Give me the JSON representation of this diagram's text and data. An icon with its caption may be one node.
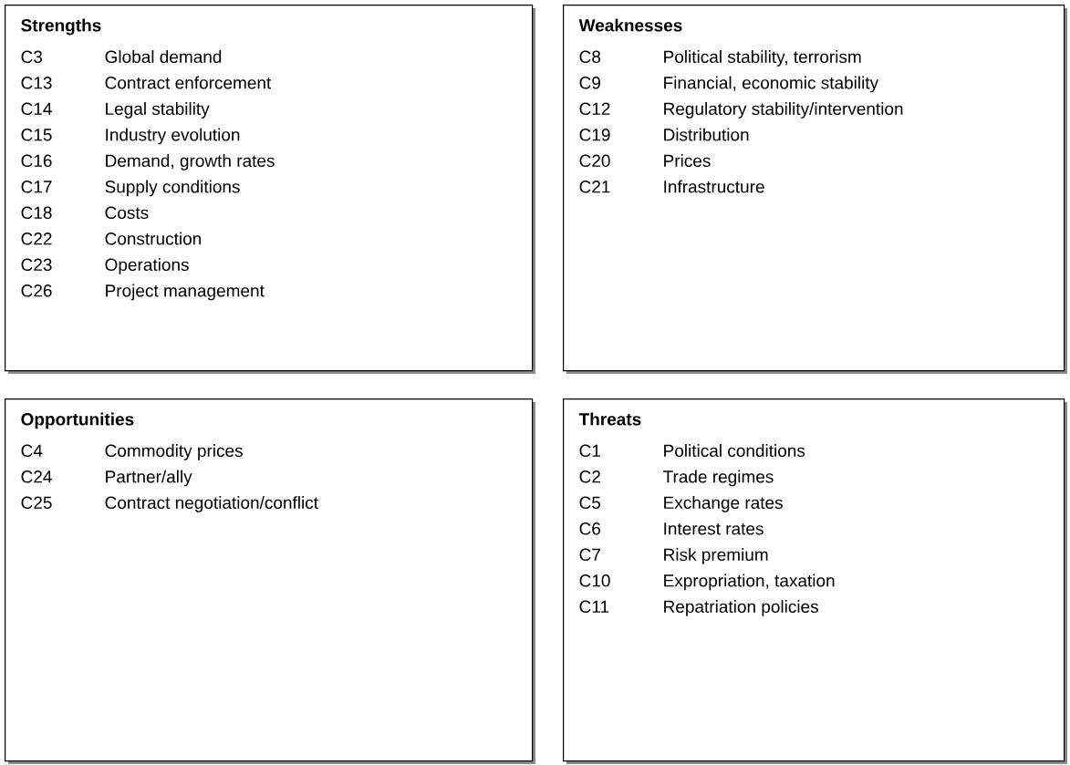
{
  "diagram": {
    "nodes": [
      {
        "text": [
          "Strengths",
          "C3",
          "Global demand",
          "C13",
          "Contract enforcement",
          "C14",
          "Legal stability",
          "C15",
          "Industry evolution",
          "C16",
          "Demand, growth rates",
          "C17",
          "Supply conditions",
          "C18",
          "Costs",
          "C22",
          "Construction",
          "C23",
          "Operations",
          "C26",
          "Project management"
        ]
      },
      {
        "text": [
          "Weaknesses",
          "C8",
          "Political stability, terrorism",
          "C9",
          "Financial, economic stability",
          "C12",
          "Regulatory stability/intervention",
          "C19",
          "Distribution",
          "C20",
          "Prices",
          "C21",
          "Infrastructure"
        ]
      },
      {
        "text": [
          "Opportunities",
          "C4",
          "Commodity prices",
          "C24",
          "Partner/ally",
          "C25",
          "Contract negotiation/conflict"
        ]
      },
      {
        "text": [
          "Threats",
          "C1",
          "Political conditions",
          "C2",
          "Trade regimes",
          "C5",
          "Exchange rates",
          "C6",
          "Interest rates",
          "C7",
          "Risk premium",
          "C10",
          "Expropriation, taxation",
          "C11",
          "Repatriation policies"
        ]
      }
    ]
  }
}
